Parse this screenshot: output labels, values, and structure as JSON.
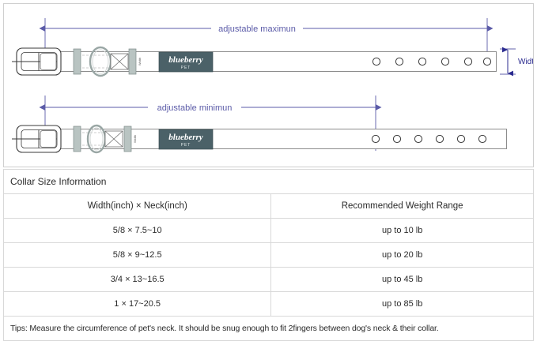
{
  "diagram": {
    "top": {
      "label": "adjustable maximun",
      "width_label": "Width",
      "logo_main": "blueberry",
      "logo_sub": "PET",
      "keeper_text": "Width",
      "holes": 6
    },
    "bottom": {
      "label": "adjustable minimun",
      "logo_main": "blueberry",
      "logo_sub": "PET",
      "keeper_text": "Width",
      "holes": 6
    },
    "colors": {
      "arrow": "#5b5ba8",
      "strap_line": "#8c8c8c",
      "keeper": "#b9c4c2",
      "logo_patch": "#4b6168",
      "label_text": "#5b5ba8",
      "width_text": "#2b2b8f"
    }
  },
  "table": {
    "title": "Collar Size Information",
    "headers": [
      "Width(inch)  ×  Neck(inch)",
      "Recommended Weight Range"
    ],
    "rows": [
      [
        "5/8 × 7.5~10",
        "up to 10 lb"
      ],
      [
        "5/8 × 9~12.5",
        "up to 20 lb"
      ],
      [
        "3/4 × 13~16.5",
        "up to 45 lb"
      ],
      [
        "1 × 17~20.5",
        "up to 85 lb"
      ]
    ],
    "tips": "Tips: Measure the circumference of pet's neck. It should be snug enough to fit 2fingers between dog's neck & their collar."
  }
}
